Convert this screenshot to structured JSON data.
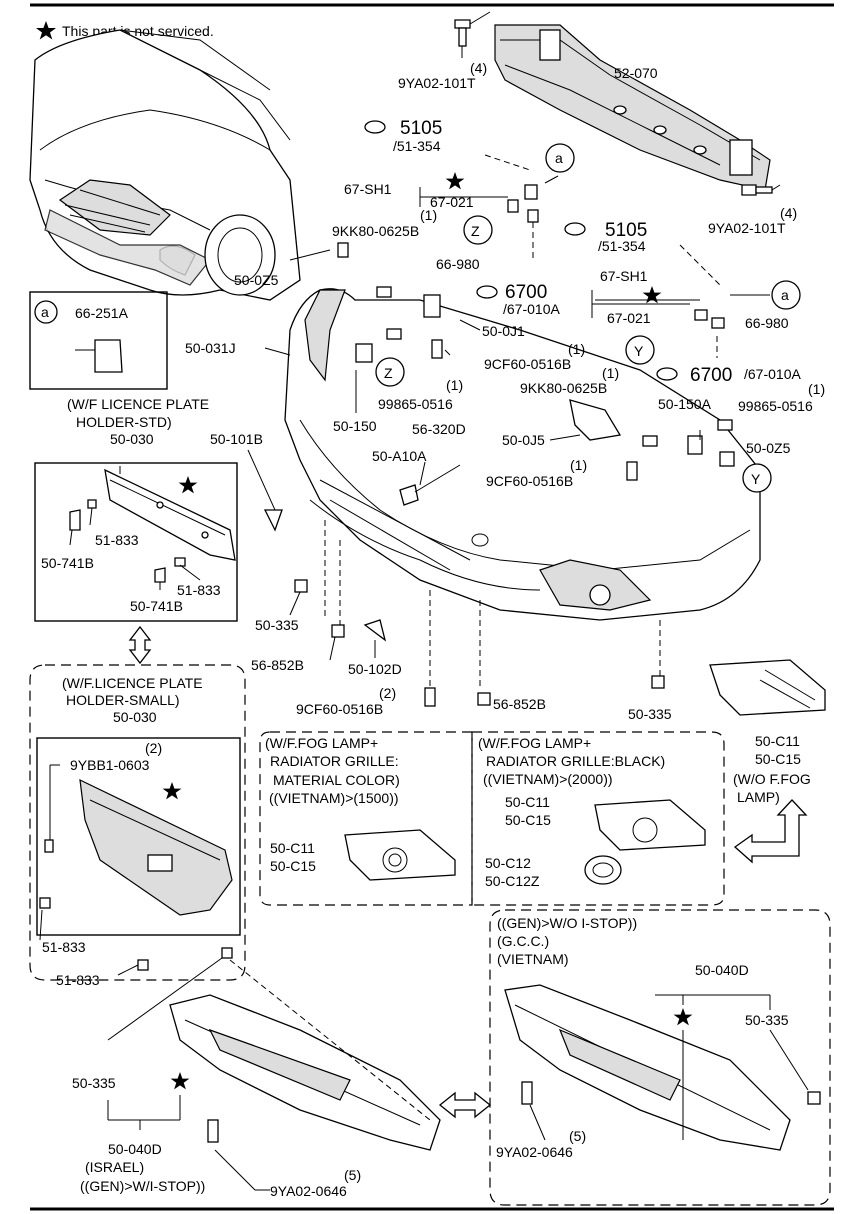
{
  "legend": {
    "text": "This part is not serviced."
  },
  "labels": {
    "9YA02_101T_a_qty": "(4)",
    "9YA02_101T_a": "9YA02-101T",
    "52_070": "52-070",
    "5105_a": "5105",
    "51_354_a": "/51-354",
    "a_circle_1": "a",
    "67_SH1_a": "67-SH1",
    "67_021_a": "67-021",
    "9YA02_101T_b_qty": "(4)",
    "9YA02_101T_b": "9YA02-101T",
    "9KK80_0625B_a_qty": "(1)",
    "9KK80_0625B_a": "9KK80-0625B",
    "Z_circle_1": "Z",
    "66_980_a": "66-980",
    "6700_a": "6700",
    "67_010A_a": "/67-010A",
    "5105_b": "5105",
    "51_354_b": "/51-354",
    "67_SH1_b": "67-SH1",
    "a_circle_2": "a",
    "67_021_b": "67-021",
    "66_980_b": "66-980",
    "50_0Z5_a": "50-0Z5",
    "a_box_circle": "a",
    "66_251A": "66-251A",
    "50_0J1": "50-0J1",
    "50_031J": "50-031J",
    "9CF60_0516B_a_qty": "(1)",
    "9CF60_0516B_a": "9CF60-0516B",
    "Y_circle_1": "Y",
    "6700_b": "6700",
    "67_010A_b": "/67-010A",
    "Z_circle_2": "Z",
    "99865_0516_a_qty": "(1)",
    "99865_0516_a": "99865-0516",
    "9KK80_0625B_b_qty": "(1)",
    "9KK80_0625B_b": "9KK80-0625B",
    "99865_0516_b_qty": "(1)",
    "99865_0516_b": "99865-0516",
    "wf_std_1": "(W/F LICENCE PLATE",
    "wf_std_2": "HOLDER-STD)",
    "50_030_a": "50-030",
    "50_101B": "50-101B",
    "50_150": "50-150",
    "56_320D": "56-320D",
    "50_150A": "50-150A",
    "50_0J5": "50-0J5",
    "50_0Z5_b": "50-0Z5",
    "50_A10A": "50-A10A",
    "9CF60_0516B_b_qty": "(1)",
    "9CF60_0516B_b": "9CF60-0516B",
    "Y_circle_2": "Y",
    "51_833_a": "51-833",
    "50_741B_a": "50-741B",
    "51_833_b": "51-833",
    "50_741B_b": "50-741B",
    "50_335_a": "50-335",
    "56_852B_a": "56-852B",
    "50_102D": "50-102D",
    "wf_small_1": "(W/F.LICENCE PLATE",
    "wf_small_2": "HOLDER-SMALL)",
    "50_030_b": "50-030",
    "9CF60_0516B_c_qty": "(2)",
    "9CF60_0516B_c": "9CF60-0516B",
    "56_852B_b": "56-852B",
    "50_335_b": "50-335",
    "9YBB1_0603_qty": "(2)",
    "9YBB1_0603": "9YBB1-0603",
    "fog_mat_1": "(W/F.FOG LAMP+",
    "fog_mat_2": "RADIATOR GRILLE:",
    "fog_mat_3": "MATERIAL COLOR)",
    "fog_mat_4": "((VIETNAM)>(1500))",
    "fog_blk_1": "(W/F.FOG LAMP+",
    "fog_blk_2": "RADIATOR GRILLE:BLACK)",
    "fog_blk_3": "((VIETNAM)>(2000))",
    "50_C11_a": "50-C11",
    "50_C15_a": "50-C15",
    "wo_fog_1": "(W/O F.FOG",
    "wo_fog_2": "LAMP)",
    "50_C11_b": "50-C11",
    "50_C15_b": "50-C15",
    "50_C11_c": "50-C11",
    "50_C15_c": "50-C15",
    "50_C12": "50-C12",
    "50_C12Z": "50-C12Z",
    "51_833_c": "51-833",
    "51_833_d": "51-833",
    "gen_wo_1": "((GEN)>W/O I-STOP))",
    "gen_wo_2": "(G.C.C.)",
    "gen_wo_3": "(VIETNAM)",
    "50_040D_a": "50-040D",
    "50_335_c": "50-335",
    "50_335_d": "50-335",
    "50_040D_b": "50-040D",
    "israel": "(ISRAEL)",
    "gen_w": "((GEN)>W/I-STOP))",
    "9YA02_0646_a_qty": "(5)",
    "9YA02_0646_a": "9YA02-0646",
    "9YA02_0646_b_qty": "(5)",
    "9YA02_0646_b": "9YA02-0646"
  }
}
